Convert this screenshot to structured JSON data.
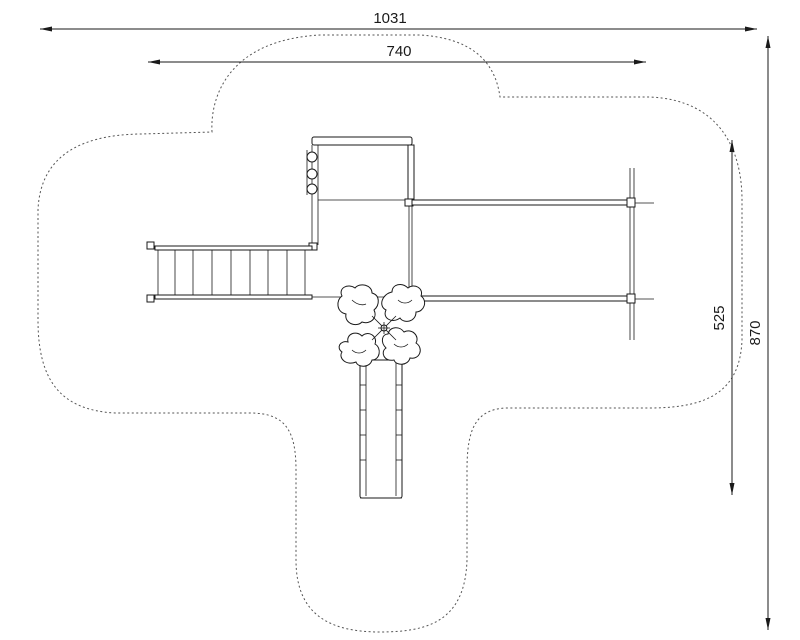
{
  "dimensions": {
    "overall_width": "1031",
    "structure_width": "740",
    "structure_depth": "525",
    "overall_depth": "870"
  }
}
